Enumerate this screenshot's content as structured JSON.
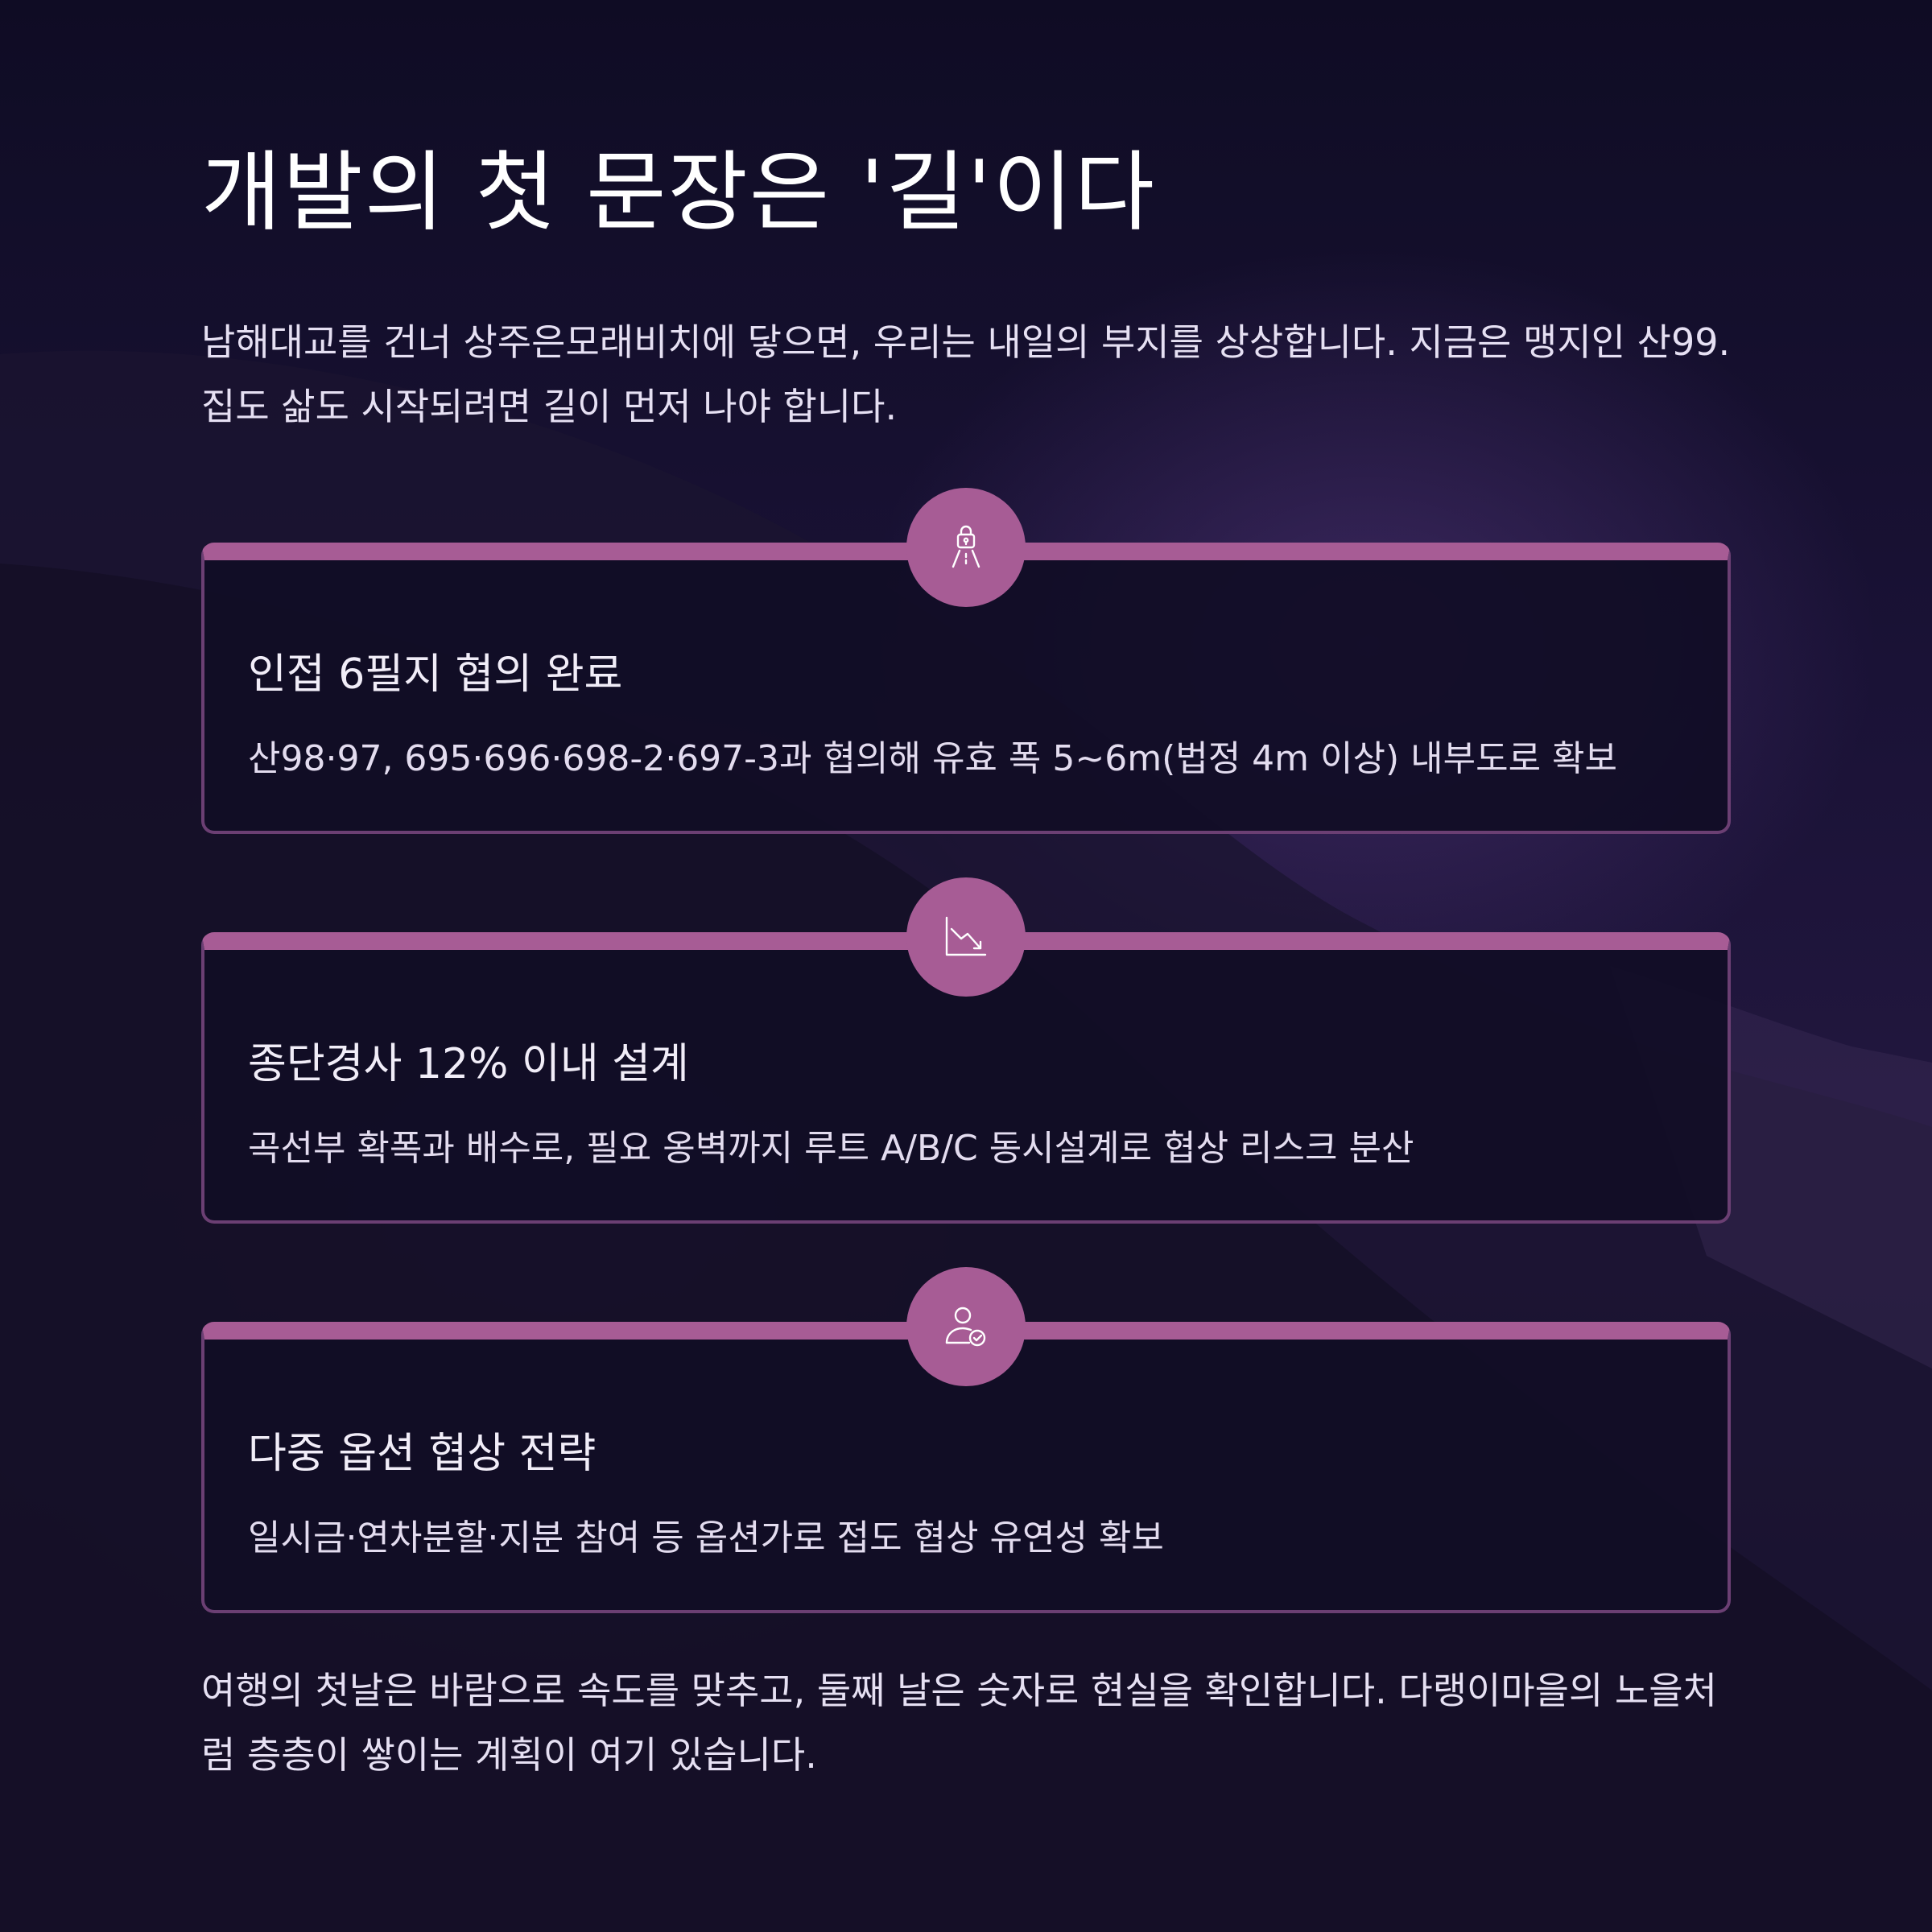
{
  "title": "개발의 첫 문장은 '길'이다",
  "intro": "남해대교를 건너 상주은모래비치에 닿으면, 우리는 내일의 부지를 상상합니다. 지금은 맹지인 산99. 집도 삶도 시작되려면 길이 먼저 나야 합니다.",
  "cards": [
    {
      "icon": "road-lock-icon",
      "heading": "인접 6필지 협의 완료",
      "text": "산98·97, 695·696·698-2·697-3과 협의해 유효 폭 5~6m(법정 4m 이상) 내부도로 확보"
    },
    {
      "icon": "slope-down-chart-icon",
      "heading": "종단경사 12% 이내 설계",
      "text": "곡선부 확폭과 배수로, 필요 옹벽까지 루트 A/B/C 동시설계로 협상 리스크 분산"
    },
    {
      "icon": "user-check-icon",
      "heading": "다중 옵션 협상 전략",
      "text": "일시금·연차분할·지분 참여 등 옵션가로 접도 협상 유연성 확보"
    }
  ],
  "outro": "여행의 첫날은 바람으로 속도를 맞추고, 둘째 날은 숫자로 현실을 확인합니다. 다랭이마을의 노을처럼 층층이 쌓이는 계획이 여기 있습니다.",
  "colors": {
    "accent": "#a75c95",
    "card_border": "#6b3f73",
    "background": "#110d26"
  }
}
